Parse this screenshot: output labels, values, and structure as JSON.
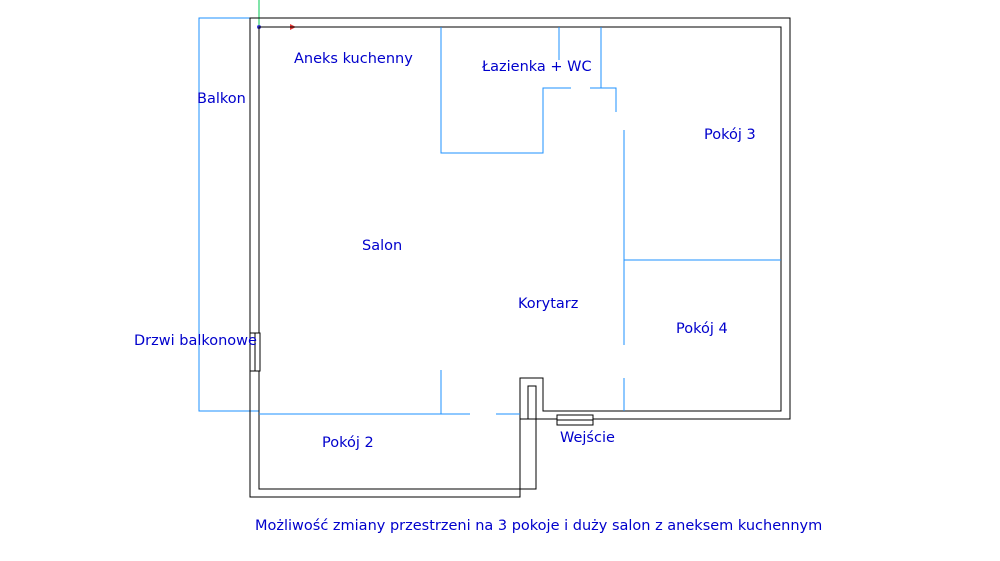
{
  "plan": {
    "rooms": {
      "kitchen": "Aneks kuchenny",
      "bathroom": "Łazienka + WC",
      "room3": "Pokój 3",
      "balcony": "Balkon",
      "living": "Salon",
      "corridor": "Korytarz",
      "room4": "Pokój 4",
      "balcony_door": "Drzwi balkonowe",
      "room2": "Pokój 2",
      "entrance": "Wejście"
    },
    "caption": "Możliwość zmiany przestrzeni na 3 pokoje i duży salon z aneksem kuchennym",
    "colors": {
      "label": "#0000cc",
      "partition": "#1e90ff",
      "wall": "#000000",
      "axis_x": "#e53935",
      "axis_y": "#00c853"
    }
  }
}
